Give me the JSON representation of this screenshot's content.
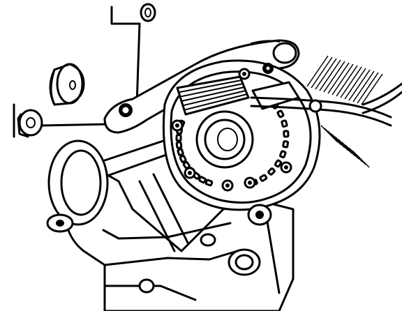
{
  "figure": {
    "colors": {
      "ink": "#000000",
      "paper": "#ffffff"
    },
    "cooling_fins": {
      "left_count": 11,
      "right_count": 10,
      "grille_rows": 5
    },
    "mounting_bolts": 6
  }
}
